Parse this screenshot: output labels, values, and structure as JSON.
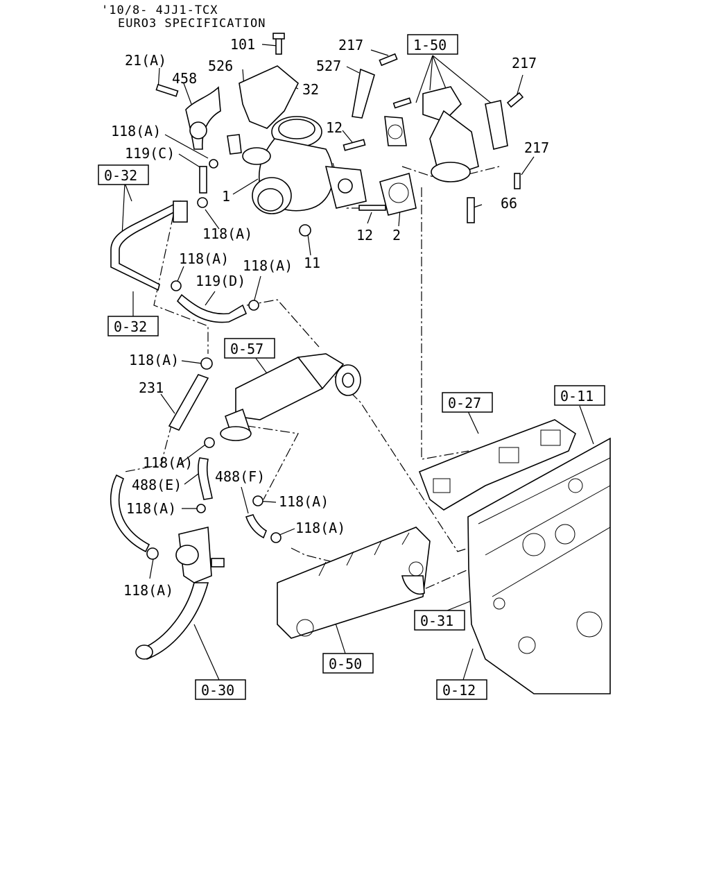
{
  "header": {
    "line1": "'10/8- 4JJ1-TCX",
    "line2": "EURO3 SPECIFICATION"
  },
  "callouts": {
    "c101": "101",
    "c217a": "217",
    "c21a": "21(A)",
    "c526": "526",
    "c527": "527",
    "c458": "458",
    "c32": "32",
    "c217b": "217",
    "c118a_1": "118(A)",
    "c119c": "119(C)",
    "c12a": "12",
    "c217c": "217",
    "c1": "1",
    "c66": "66",
    "c118a_2": "118(A)",
    "c12b": "12",
    "c2": "2",
    "c118a_3": "118(A)",
    "c11": "11",
    "c118a_4": "118(A)",
    "c119d": "119(D)",
    "c118a_5": "118(A)",
    "c231": "231",
    "c118a_6": "118(A)",
    "c488e": "488(E)",
    "c488f": "488(F)",
    "c118a_7": "118(A)",
    "c118a_8": "118(A)",
    "c118a_9": "118(A)",
    "c118a_10": "118(A)"
  },
  "refs": {
    "r150": "1-50",
    "r032a": "0-32",
    "r032b": "0-32",
    "r057": "0-57",
    "r027": "0-27",
    "r011": "0-11",
    "r031": "0-31",
    "r050": "0-50",
    "r030": "0-30",
    "r012": "0-12"
  }
}
